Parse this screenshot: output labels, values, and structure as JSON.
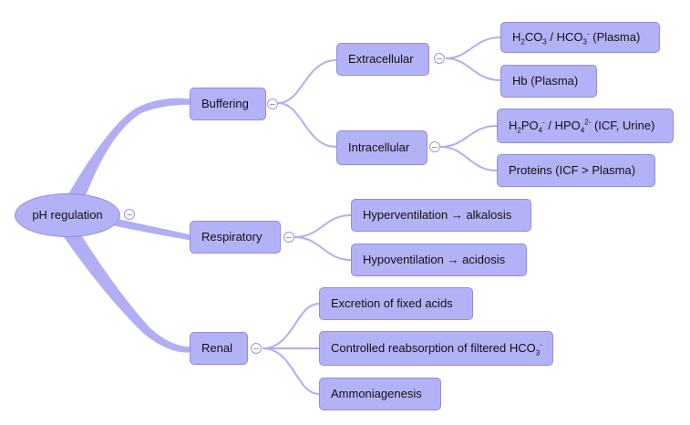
{
  "root": {
    "label": "pH regulation"
  },
  "buffering": {
    "label": "Buffering",
    "extracellular": {
      "label": "Extracellular",
      "carbonic": {
        "a": "H",
        "a_sub": "2",
        "b": "CO",
        "b_sub": "3",
        "c": " / HCO",
        "c_sub": "3",
        "c_sup": "-",
        "d": " (Plasma)"
      },
      "hb": "Hb (Plasma)"
    },
    "intracellular": {
      "label": "Intracellular",
      "phosphate": {
        "a": "H",
        "a_sub": "2",
        "b": "PO",
        "b_sub": "4",
        "b_sup": "-",
        "c": " / HPO",
        "c_sub": "4",
        "c_sup": "2-",
        "d": " (ICF, Urine)"
      },
      "proteins": "Proteins (ICF > Plasma)"
    }
  },
  "respiratory": {
    "label": "Respiratory",
    "hyper": "Hyperventilation → alkalosis",
    "hypo": "Hypoventilation → acidosis"
  },
  "renal": {
    "label": "Renal",
    "excretion": "Excretion of fixed acids",
    "reabsorption": {
      "text": "Controlled reabsorption of filtered HCO",
      "sub": "3",
      "sup": "-"
    },
    "ammonia": "Ammoniagenesis"
  },
  "colors": {
    "node_fill": "#b4b2f6",
    "node_border": "#8f8ce6",
    "connector": "#b1aef3"
  }
}
